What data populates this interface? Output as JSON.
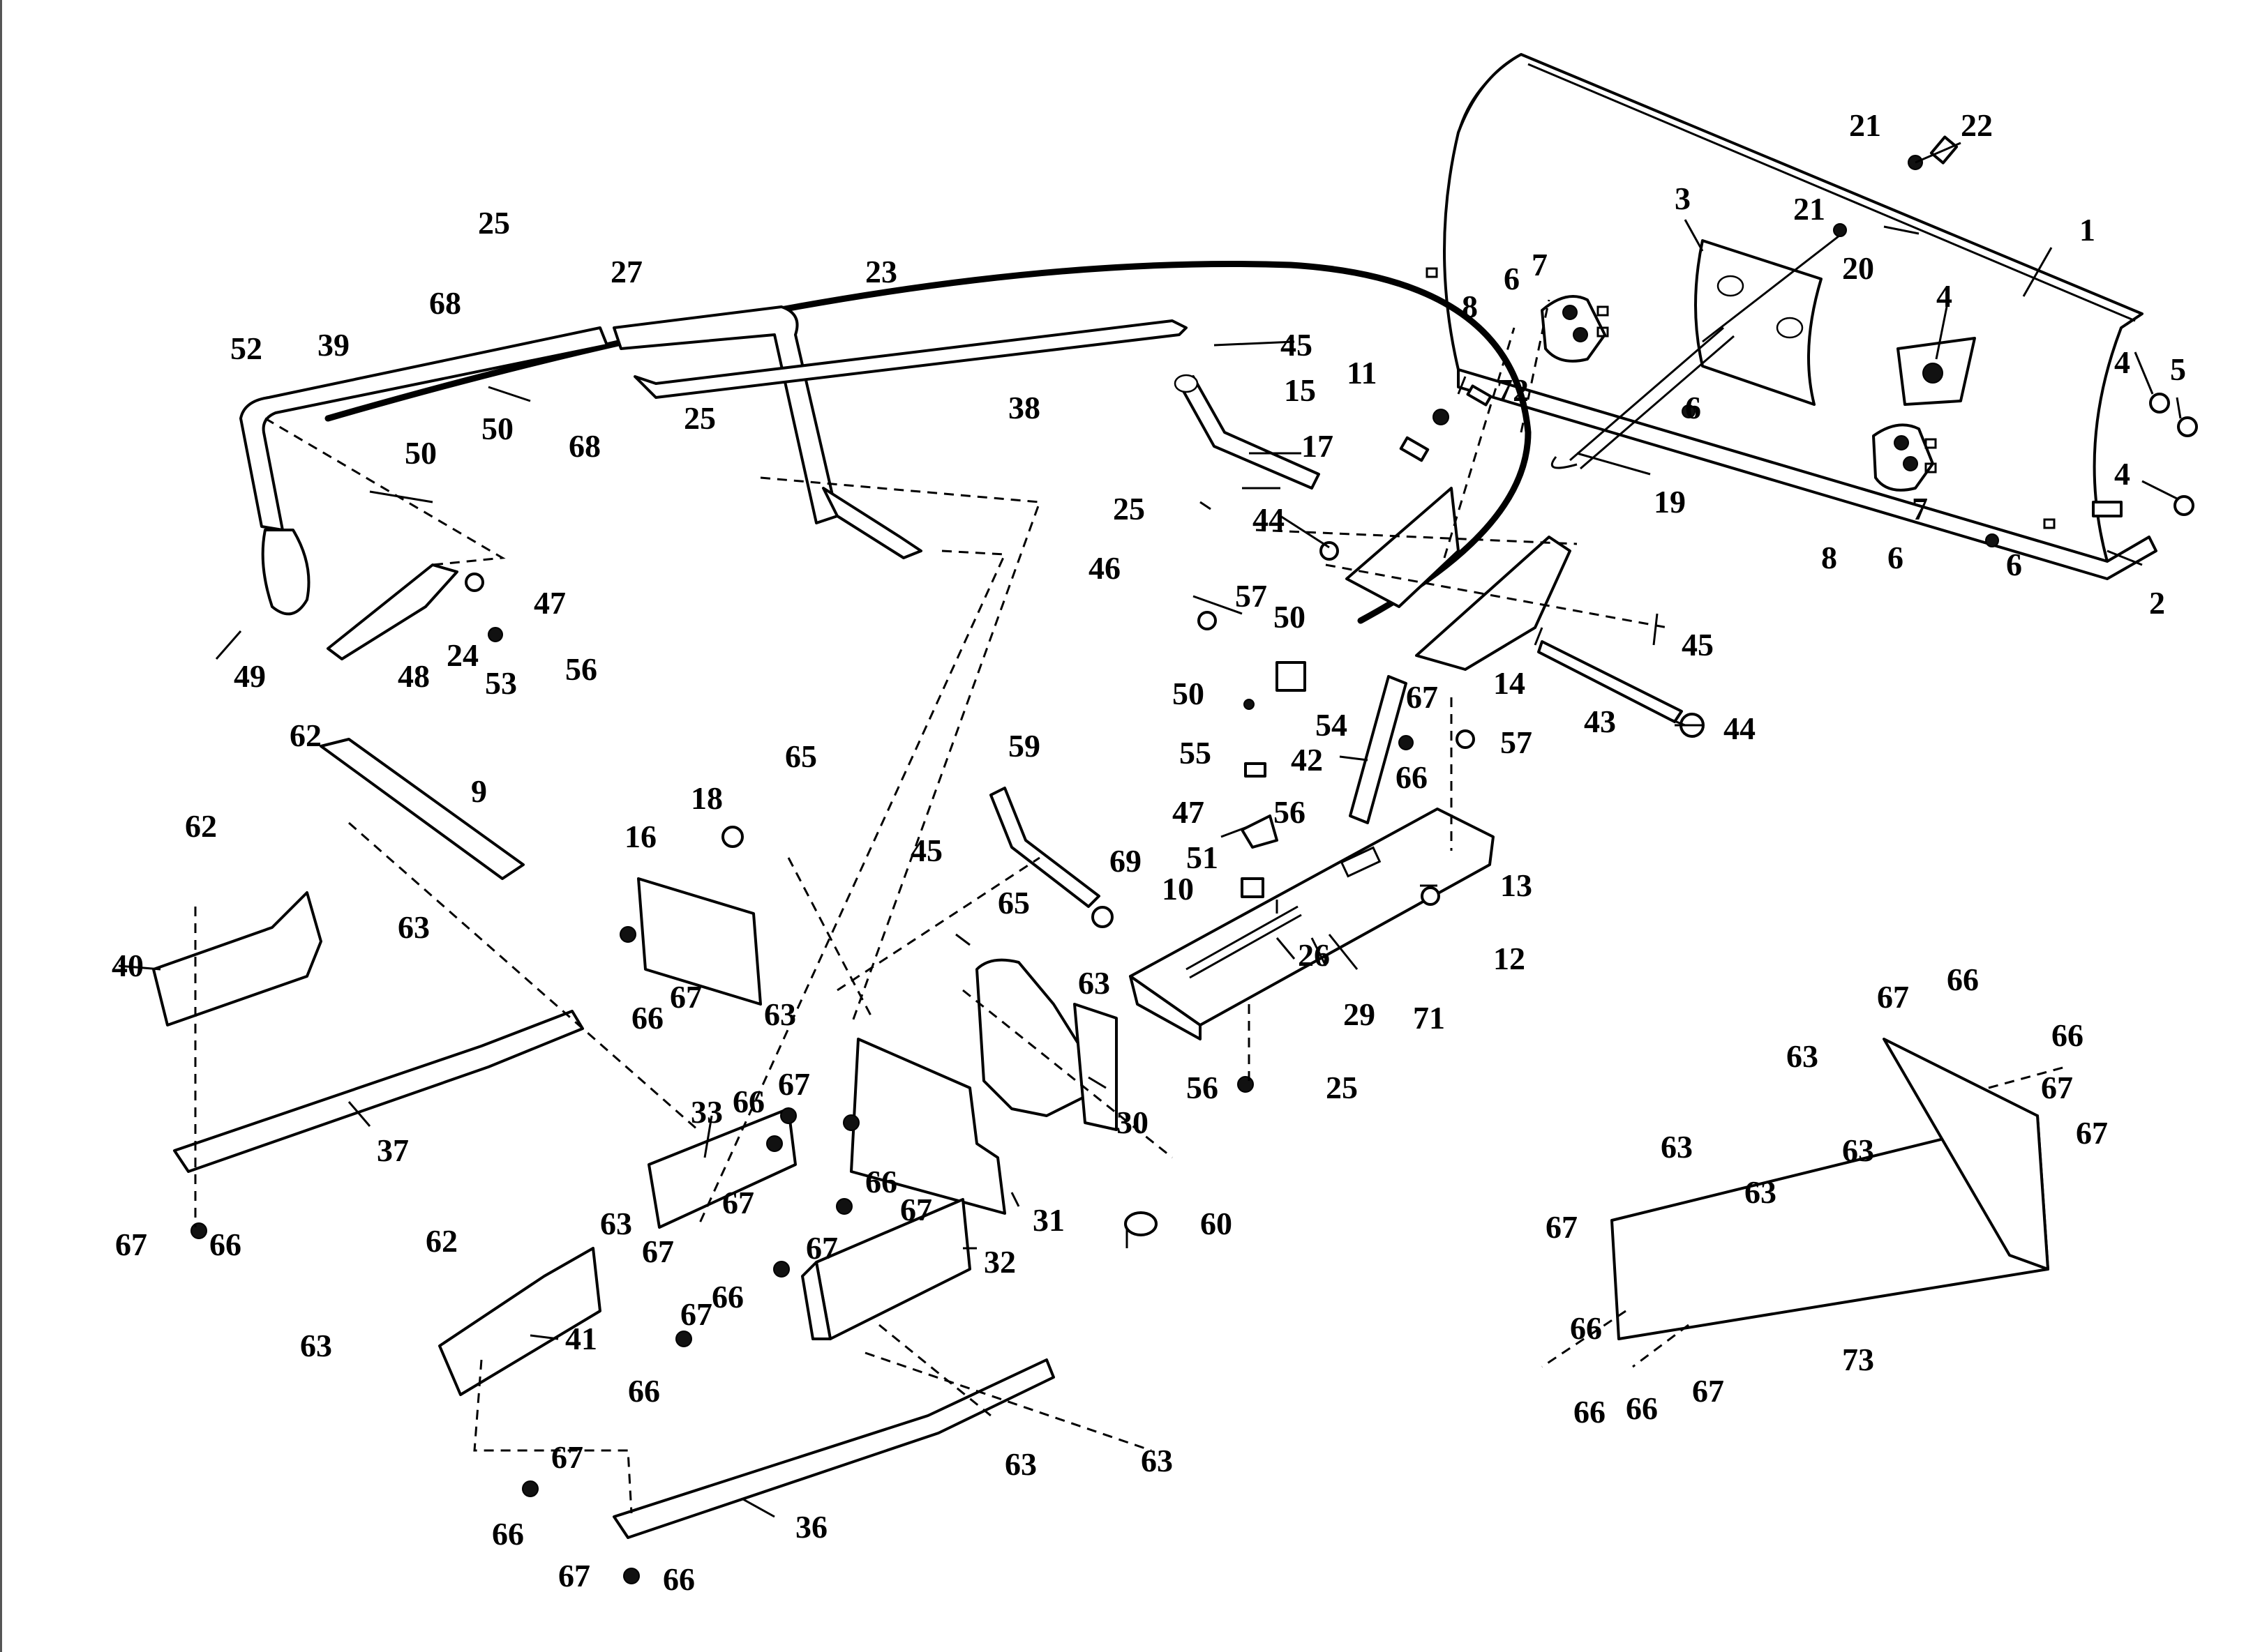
{
  "callouts": [
    {
      "id": "c1",
      "text": "1"
    },
    {
      "id": "c2",
      "text": "2"
    },
    {
      "id": "c3",
      "text": "3"
    },
    {
      "id": "c4a",
      "text": "4"
    },
    {
      "id": "c4b",
      "text": "4"
    },
    {
      "id": "c4c",
      "text": "4"
    },
    {
      "id": "c5",
      "text": "5"
    },
    {
      "id": "c6a",
      "text": "6"
    },
    {
      "id": "c6b",
      "text": "6"
    },
    {
      "id": "c6c",
      "text": "6"
    },
    {
      "id": "c6d",
      "text": "6"
    },
    {
      "id": "c7a",
      "text": "7"
    },
    {
      "id": "c7b",
      "text": "7"
    },
    {
      "id": "c8a",
      "text": "8"
    },
    {
      "id": "c8b",
      "text": "8"
    },
    {
      "id": "c9",
      "text": "9"
    },
    {
      "id": "c10",
      "text": "10"
    },
    {
      "id": "c11",
      "text": "11"
    },
    {
      "id": "c12",
      "text": "12"
    },
    {
      "id": "c13",
      "text": "13"
    },
    {
      "id": "c14",
      "text": "14"
    },
    {
      "id": "c15",
      "text": "15"
    },
    {
      "id": "c16",
      "text": "16"
    },
    {
      "id": "c17",
      "text": "17"
    },
    {
      "id": "c18",
      "text": "18"
    },
    {
      "id": "c19",
      "text": "19"
    },
    {
      "id": "c20",
      "text": "20"
    },
    {
      "id": "c21a",
      "text": "21"
    },
    {
      "id": "c21b",
      "text": "21"
    },
    {
      "id": "c22",
      "text": "22"
    },
    {
      "id": "c23",
      "text": "23"
    },
    {
      "id": "c24",
      "text": "24"
    },
    {
      "id": "c25a",
      "text": "25"
    },
    {
      "id": "c25b",
      "text": "25"
    },
    {
      "id": "c25c",
      "text": "25"
    },
    {
      "id": "c25d",
      "text": "25"
    },
    {
      "id": "c26",
      "text": "26"
    },
    {
      "id": "c27",
      "text": "27"
    },
    {
      "id": "c29",
      "text": "29"
    },
    {
      "id": "c30",
      "text": "30"
    },
    {
      "id": "c31",
      "text": "31"
    },
    {
      "id": "c32",
      "text": "32"
    },
    {
      "id": "c33",
      "text": "33"
    },
    {
      "id": "c36",
      "text": "36"
    },
    {
      "id": "c37",
      "text": "37"
    },
    {
      "id": "c38",
      "text": "38"
    },
    {
      "id": "c39",
      "text": "39"
    },
    {
      "id": "c40",
      "text": "40"
    },
    {
      "id": "c41",
      "text": "41"
    },
    {
      "id": "c42",
      "text": "42"
    },
    {
      "id": "c43",
      "text": "43"
    },
    {
      "id": "c44a",
      "text": "44"
    },
    {
      "id": "c44b",
      "text": "44"
    },
    {
      "id": "c45a",
      "text": "45"
    },
    {
      "id": "c45b",
      "text": "45"
    },
    {
      "id": "c45c",
      "text": "45"
    },
    {
      "id": "c46",
      "text": "46"
    },
    {
      "id": "c47a",
      "text": "47"
    },
    {
      "id": "c47b",
      "text": "47"
    },
    {
      "id": "c48",
      "text": "48"
    },
    {
      "id": "c49",
      "text": "49"
    },
    {
      "id": "c50a",
      "text": "50"
    },
    {
      "id": "c50b",
      "text": "50"
    },
    {
      "id": "c50c",
      "text": "50"
    },
    {
      "id": "c50d",
      "text": "50"
    },
    {
      "id": "c51",
      "text": "51"
    },
    {
      "id": "c52",
      "text": "52"
    },
    {
      "id": "c53",
      "text": "53"
    },
    {
      "id": "c54",
      "text": "54"
    },
    {
      "id": "c55",
      "text": "55"
    },
    {
      "id": "c56a",
      "text": "56"
    },
    {
      "id": "c56b",
      "text": "56"
    },
    {
      "id": "c56c",
      "text": "56"
    },
    {
      "id": "c57a",
      "text": "57"
    },
    {
      "id": "c57b",
      "text": "57"
    },
    {
      "id": "c59",
      "text": "59"
    },
    {
      "id": "c60",
      "text": "60"
    },
    {
      "id": "c62a",
      "text": "62"
    },
    {
      "id": "c62b",
      "text": "62"
    },
    {
      "id": "c62c",
      "text": "62"
    },
    {
      "id": "c63a",
      "text": "63"
    },
    {
      "id": "c63b",
      "text": "63"
    },
    {
      "id": "c63c",
      "text": "63"
    },
    {
      "id": "c63d",
      "text": "63"
    },
    {
      "id": "c63e",
      "text": "63"
    },
    {
      "id": "c63f",
      "text": "63"
    },
    {
      "id": "c63g",
      "text": "63"
    },
    {
      "id": "c63h",
      "text": "63"
    },
    {
      "id": "c63i",
      "text": "63"
    },
    {
      "id": "c63j",
      "text": "63"
    },
    {
      "id": "c63k",
      "text": "63"
    },
    {
      "id": "c65a",
      "text": "65"
    },
    {
      "id": "c65b",
      "text": "65"
    },
    {
      "id": "c66a",
      "text": "66"
    },
    {
      "id": "c66b",
      "text": "66"
    },
    {
      "id": "c66c",
      "text": "66"
    },
    {
      "id": "c66d",
      "text": "66"
    },
    {
      "id": "c66e",
      "text": "66"
    },
    {
      "id": "c66f",
      "text": "66"
    },
    {
      "id": "c66g",
      "text": "66"
    },
    {
      "id": "c66h",
      "text": "66"
    },
    {
      "id": "c66i",
      "text": "66"
    },
    {
      "id": "c66j",
      "text": "66"
    },
    {
      "id": "c66k",
      "text": "66"
    },
    {
      "id": "c66l",
      "text": "66"
    },
    {
      "id": "c66m",
      "text": "66"
    },
    {
      "id": "c66n",
      "text": "66"
    },
    {
      "id": "c67a",
      "text": "67"
    },
    {
      "id": "c67b",
      "text": "67"
    },
    {
      "id": "c67c",
      "text": "67"
    },
    {
      "id": "c67d",
      "text": "67"
    },
    {
      "id": "c67e",
      "text": "67"
    },
    {
      "id": "c67f",
      "text": "67"
    },
    {
      "id": "c67g",
      "text": "67"
    },
    {
      "id": "c67h",
      "text": "67"
    },
    {
      "id": "c67i",
      "text": "67"
    },
    {
      "id": "c67j",
      "text": "67"
    },
    {
      "id": "c67k",
      "text": "67"
    },
    {
      "id": "c67l",
      "text": "67"
    },
    {
      "id": "c67m",
      "text": "67"
    },
    {
      "id": "c67n",
      "text": "67"
    },
    {
      "id": "c67o",
      "text": "67"
    },
    {
      "id": "c67p",
      "text": "67"
    },
    {
      "id": "c68a",
      "text": "68"
    },
    {
      "id": "c68b",
      "text": "68"
    },
    {
      "id": "c69",
      "text": "69"
    },
    {
      "id": "c71",
      "text": "71"
    },
    {
      "id": "c72",
      "text": "72"
    },
    {
      "id": "c73",
      "text": "73"
    }
  ]
}
